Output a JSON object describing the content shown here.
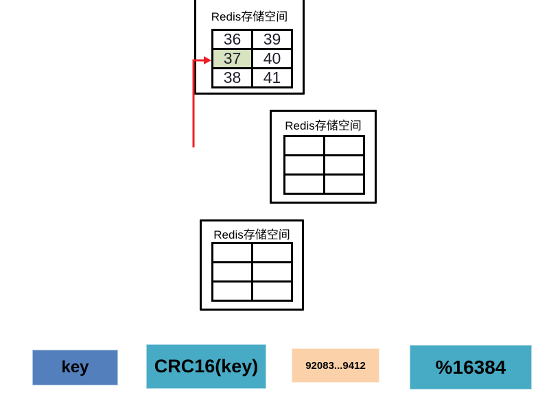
{
  "diagram": {
    "boxes": [
      {
        "title": "Redis存储空间",
        "cells": [
          [
            "36",
            "39"
          ],
          [
            "37",
            "40"
          ],
          [
            "38",
            "41"
          ]
        ],
        "highlighted_cell": "37"
      },
      {
        "title": "Redis存储空间",
        "cells": [
          [
            "",
            ""
          ],
          [
            "",
            ""
          ],
          [
            "",
            ""
          ]
        ]
      },
      {
        "title": "Redis存储空间",
        "cells": [
          [
            "",
            ""
          ],
          [
            "",
            ""
          ],
          [
            "",
            ""
          ]
        ]
      }
    ],
    "flow": [
      {
        "label": "key",
        "color": "#537FBD"
      },
      {
        "label": "CRC16(key)",
        "color": "#48ABC5"
      },
      {
        "label": "92083...9412",
        "color": "#FBD1A9"
      },
      {
        "label": "%16384",
        "color": "#48ABC5"
      }
    ],
    "colors": {
      "highlight_green": "#D8E3C0",
      "arrow_red": "#EC2024",
      "border_black": "#000000"
    }
  }
}
